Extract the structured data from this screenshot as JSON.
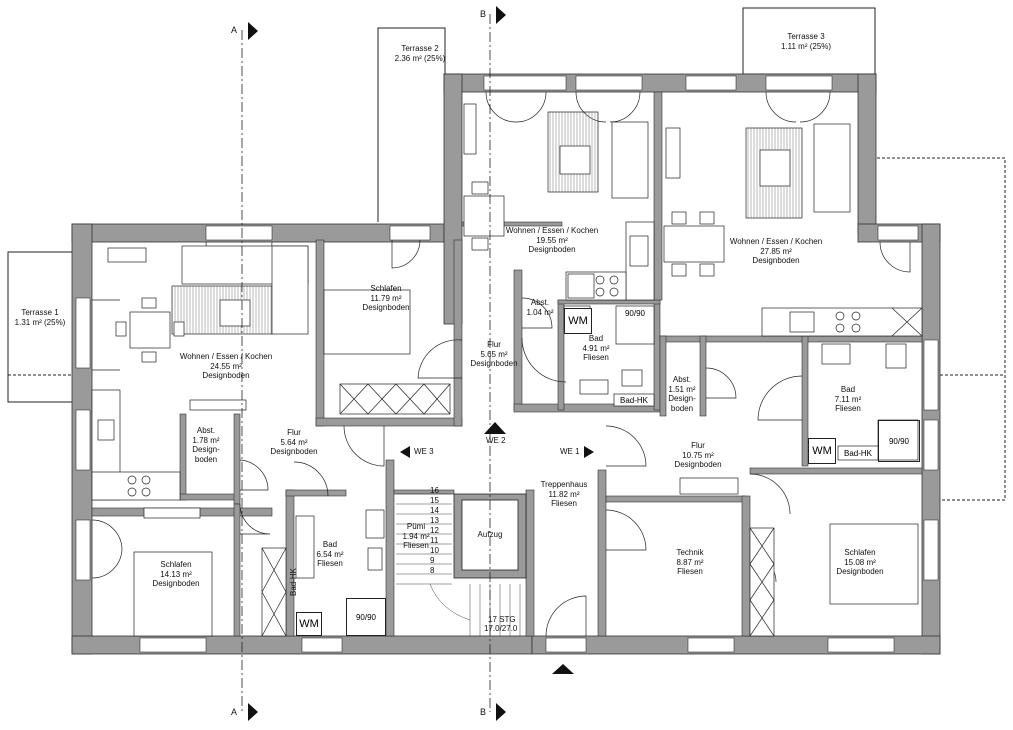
{
  "rooms": {
    "terrasse1": {
      "name": "Terrasse 1",
      "area": "1.31 m² (25%)"
    },
    "terrasse2": {
      "name": "Terrasse 2",
      "area": "2.36 m² (25%)"
    },
    "terrasse3": {
      "name": "Terrasse 3",
      "area": "1.11 m² (25%)"
    },
    "wohnen_we3": {
      "name": "Wohnen / Essen / Kochen",
      "area": "24.55 m²",
      "floor": "Designboden"
    },
    "schlafen_we3_top": {
      "name": "Schlafen",
      "area": "11.79 m²",
      "floor": "Designboden"
    },
    "abst_we3": {
      "name": "Abst.",
      "area": "1.78 m²",
      "floor1": "Design-",
      "floor2": "boden"
    },
    "flur_we3": {
      "name": "Flur",
      "area": "5.64 m²",
      "floor": "Designboden"
    },
    "bad_we3": {
      "name": "Bad",
      "area": "6.54 m²",
      "floor": "Fliesen"
    },
    "schlafen_we3_bottom": {
      "name": "Schlafen",
      "area": "14.13 m²",
      "floor": "Designboden"
    },
    "wohnen_we2": {
      "name": "Wohnen / Essen / Kochen",
      "area": "19.55 m²",
      "floor": "Designboden"
    },
    "abst_we2": {
      "name": "Abst.",
      "area": "1.04 m²"
    },
    "flur_we2": {
      "name": "Flur",
      "area": "5.65 m²",
      "floor": "Designboden"
    },
    "bad_we2": {
      "name": "Bad",
      "area": "4.91 m²",
      "floor": "Fliesen"
    },
    "wohnen_we1": {
      "name": "Wohnen / Essen / Kochen",
      "area": "27.85 m²",
      "floor": "Designboden"
    },
    "abst_we1": {
      "name": "Abst.",
      "area": "1.51 m²",
      "floor1": "Design-",
      "floor2": "boden"
    },
    "bad_we1": {
      "name": "Bad",
      "area": "7.11 m²",
      "floor": "Fliesen"
    },
    "flur_we1": {
      "name": "Flur",
      "area": "10.75 m²",
      "floor": "Designboden"
    },
    "treppenhaus": {
      "name": "Treppenhaus",
      "area": "11.82 m²",
      "floor": "Fliesen"
    },
    "puemi": {
      "name": "Pümi",
      "area": "1.94 m²",
      "floor": "Fliesen"
    },
    "aufzug": {
      "name": "Aufzug"
    },
    "technik": {
      "name": "Technik",
      "area": "8.87 m²",
      "floor": "Fliesen"
    },
    "schlafen_we1": {
      "name": "Schlafen",
      "area": "15.08 m²",
      "floor": "Designboden"
    }
  },
  "fixtures": {
    "wm": "WM",
    "shower": "90/90",
    "bad_hk": "Bad-HK"
  },
  "units": {
    "we1": "WE 1",
    "we2": "WE 2",
    "we3": "WE 3"
  },
  "sections": {
    "a": "A",
    "b": "B"
  },
  "stairs": {
    "steps_label": "17 STG",
    "ratio": "17.0/27.0",
    "numbers": [
      "16",
      "15",
      "14",
      "13",
      "12",
      "11",
      "10",
      "9",
      "8"
    ]
  }
}
